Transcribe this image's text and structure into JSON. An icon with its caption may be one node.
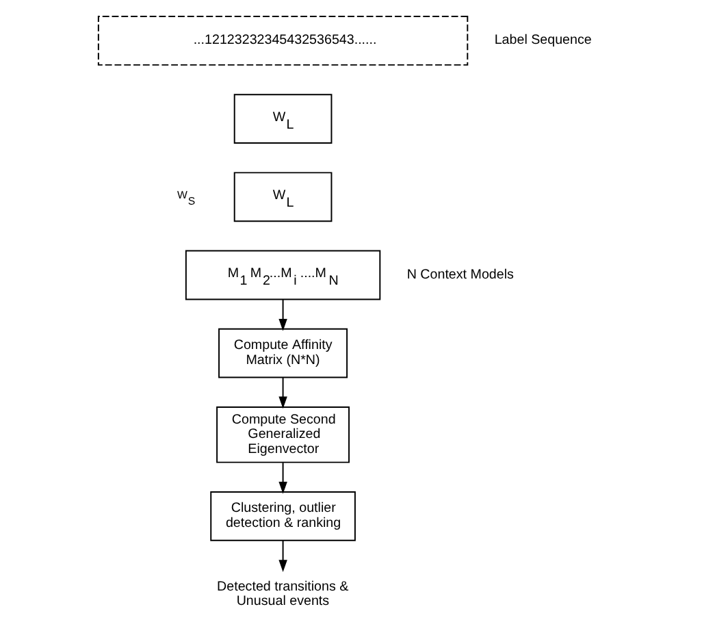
{
  "diagram": {
    "nodes": [
      {
        "text": [
          "...12123232345432536543......"
        ],
        "beside": [
          "Label Sequence"
        ]
      },
      {
        "text": [
          "W$_{L}$"
        ]
      },
      {
        "text": [
          "W$_{L}$"
        ]
      },
      {
        "text": [
          "M$_{1}$ M$_{2}$...M$_{i}$ ....M$_{N}$"
        ],
        "beside": [
          "N Context Models"
        ]
      },
      {
        "text": [
          "Compute Affinity Matrix (N*N)"
        ]
      },
      {
        "text": [
          "Compute Second Generalized Eigenvector"
        ]
      },
      {
        "text": [
          "Clustering, outlier detection & ranking"
        ]
      },
      {
        "text": [
          "Detected transitions & Unusual events"
        ]
      }
    ],
    "edges": [
      {
        "from": 3,
        "to": 4,
        "arrow": "to"
      },
      {
        "from": 4,
        "to": 5,
        "arrow": "to"
      },
      {
        "from": 5,
        "to": 6,
        "arrow": "to"
      },
      {
        "from": 6,
        "to": 7,
        "arrow": "to"
      }
    ],
    "labels": [
      "W$_{S}$"
    ]
  }
}
